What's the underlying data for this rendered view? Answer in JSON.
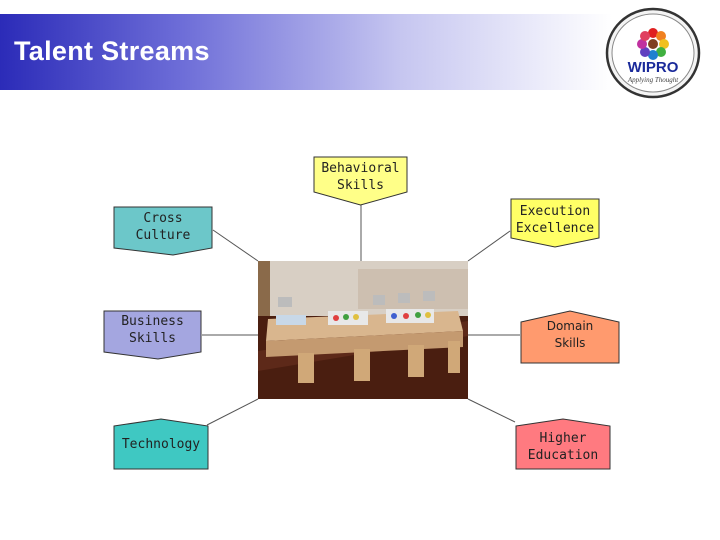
{
  "slide": {
    "title": "Talent Streams"
  },
  "logo": {
    "wordmark": "WIPRO",
    "tagline": "Applying Thought"
  },
  "colors": {
    "behavioral": "#ffff88",
    "cross_culture": "#6cc7c9",
    "execution": "#ffff66",
    "business": "#a4a6e0",
    "domain": "#ff9a6e",
    "technology": "#3fc8c2",
    "higher_education": "#ff7a80"
  },
  "nodes": {
    "behavioral_skills": "Behavioral\nSkills",
    "cross_culture": "Cross\nCulture",
    "execution_excellence": "Execution\nExcellence",
    "business_skills": "Business\nSkills",
    "domain_skills": "Domain\nSkills",
    "technology": "Technology",
    "higher_education": "Higher\nEducation"
  }
}
